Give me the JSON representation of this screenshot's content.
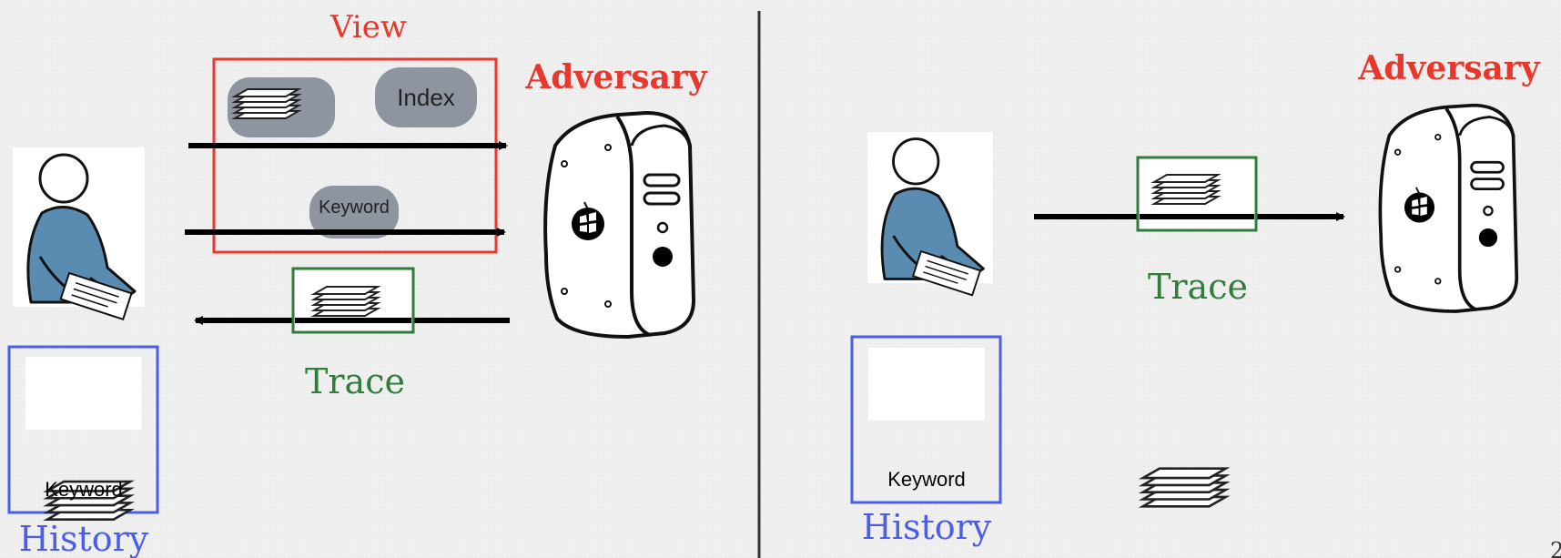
{
  "left": {
    "view_label": "View",
    "adversary_label": "Adversary",
    "index_label": "Index",
    "keyword_pill_label": "Keyword",
    "trace_label": "Trace",
    "history_label": "History",
    "history_keyword_label": "Keyword"
  },
  "right": {
    "adversary_label": "Adversary",
    "trace_label": "Trace",
    "history_label": "History",
    "history_keyword_label": "Keyword"
  },
  "page_number": "2",
  "colors": {
    "view_box": "#e8372c",
    "trace_box": "#2e7d3a",
    "history_box": "#4a5ee8",
    "user_shirt": "#5a8bb0",
    "pill": "#8e95a0"
  }
}
